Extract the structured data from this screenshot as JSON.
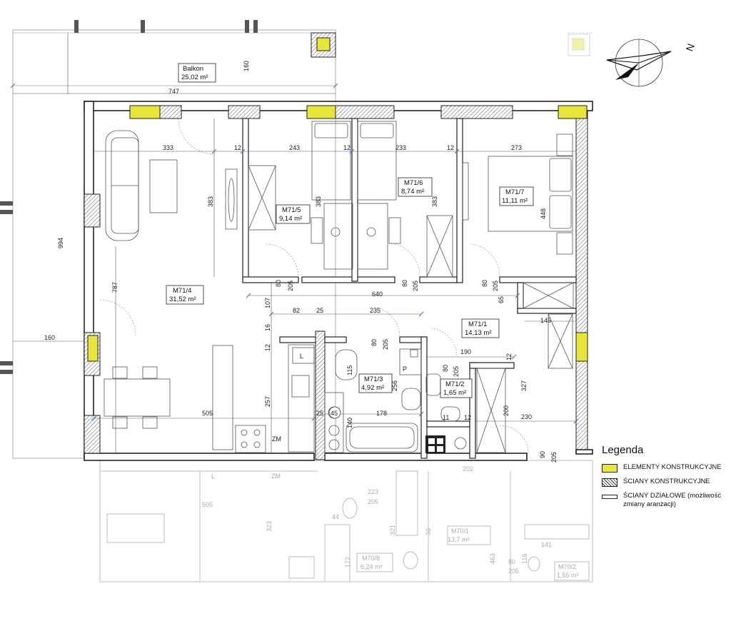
{
  "rooms": {
    "balkon": {
      "name": "Balkon",
      "area": "25,02 m²"
    },
    "m71_4": {
      "name": "M71/4",
      "area": "31,52 m²"
    },
    "m71_5": {
      "name": "M71/5",
      "area": "9,14 m²"
    },
    "m71_6": {
      "name": "M71/6",
      "area": "8,74 m²"
    },
    "m71_7": {
      "name": "M71/7",
      "area": "11,11 m²"
    },
    "m71_1": {
      "name": "M71/1",
      "area": "14,13 m²"
    },
    "m71_3": {
      "name": "M71/3",
      "area": "4,92 m²"
    },
    "m71_2": {
      "name": "M71/2",
      "area": "1,65 m²"
    }
  },
  "ghost_rooms": {
    "m70_1": {
      "name": "M70/1",
      "area": "13,7 m²"
    },
    "m70_8": {
      "name": "M70/8",
      "area": "6,24 m²"
    },
    "m70_2": {
      "name": "M70/2",
      "area": "1,55 m²"
    }
  },
  "dimensions": {
    "d747": "747",
    "d160_balkon": "160",
    "d994": "994",
    "d160_side": "160",
    "d333": "333",
    "d12_a": "12",
    "d243": "243",
    "d12_b": "12",
    "d233": "233",
    "d12_c": "12",
    "d273": "273",
    "d383_a": "383",
    "d383_b": "383",
    "d383_c": "383",
    "d448": "448",
    "d787": "787",
    "d80_a": "80",
    "d205_a": "205",
    "d80_b": "80",
    "d205_b": "205",
    "d80_c": "80",
    "d205_c": "205",
    "d640": "640",
    "d65": "65",
    "d107": "107",
    "d82": "82",
    "d25_a": "25",
    "d235": "235",
    "d16": "16",
    "d12_d": "12",
    "d145": "145",
    "d80_d": "80",
    "d205_d": "205",
    "d190": "190",
    "d12_e": "12",
    "d80_e": "80",
    "d205_e": "205",
    "d115": "115",
    "d256": "256",
    "d327": "327",
    "d257": "257",
    "d25_b": "25",
    "d45": "45",
    "d140": "140",
    "d178": "178",
    "d11": "11",
    "d12_f": "12",
    "d200": "200",
    "d230": "230",
    "d505": "505",
    "d90": "90",
    "d205_f": "205"
  },
  "ghost_dimensions": {
    "g202": "202",
    "g223": "223",
    "g205_a": "205",
    "g505": "505",
    "g44": "44",
    "g323": "323",
    "g321": "321",
    "g33": "33",
    "g172": "172",
    "g463": "463",
    "g80": "80",
    "g205_b": "205",
    "g116": "116",
    "g141": "141"
  },
  "labels": {
    "zm": "ZM",
    "l": "L",
    "p": "P",
    "ghost_l": "L",
    "ghost_zm": "ZM"
  },
  "compass": {
    "north": "N"
  },
  "legend": {
    "title": "Legenda",
    "items": [
      "ELEMENTY KONSTRUKCYJNE",
      "ŚCIANY KONSTRUKCYJNE",
      "ŚCIANY DZIAŁOWE (możliwość zmiany aranżacji)"
    ]
  },
  "colors": {
    "structural": "#e8e53a",
    "accent_ticks": "#3a6ecf"
  }
}
